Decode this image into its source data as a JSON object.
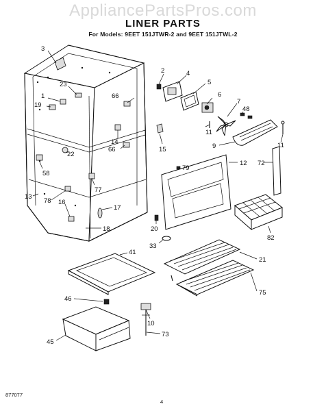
{
  "watermark": "AppliancePartsPros.com",
  "title": "LINER PARTS",
  "subtitle": "For Models: 9EET 151JTWR-2  and  9EET 151JTWL-2",
  "callouts": [
    {
      "id": "c3",
      "label": "3"
    },
    {
      "id": "c2",
      "label": "2"
    },
    {
      "id": "c4",
      "label": "4"
    },
    {
      "id": "c5",
      "label": "5"
    },
    {
      "id": "c23",
      "label": "23"
    },
    {
      "id": "c1",
      "label": "1"
    },
    {
      "id": "c66a",
      "label": "66"
    },
    {
      "id": "c6",
      "label": "6"
    },
    {
      "id": "c7",
      "label": "7"
    },
    {
      "id": "c48",
      "label": "48"
    },
    {
      "id": "c19",
      "label": "19"
    },
    {
      "id": "c11a",
      "label": "11"
    },
    {
      "id": "c11b",
      "label": "11"
    },
    {
      "id": "c14",
      "label": "14"
    },
    {
      "id": "c9",
      "label": "9"
    },
    {
      "id": "c66b",
      "label": "66"
    },
    {
      "id": "c15",
      "label": "15"
    },
    {
      "id": "c22",
      "label": "22"
    },
    {
      "id": "c12",
      "label": "12"
    },
    {
      "id": "c72",
      "label": "72"
    },
    {
      "id": "c79",
      "label": "79"
    },
    {
      "id": "c58",
      "label": "58"
    },
    {
      "id": "c77",
      "label": "77"
    },
    {
      "id": "c13",
      "label": "13"
    },
    {
      "id": "c78",
      "label": "78"
    },
    {
      "id": "c16",
      "label": "16"
    },
    {
      "id": "c17",
      "label": "17"
    },
    {
      "id": "c20",
      "label": "20"
    },
    {
      "id": "c82",
      "label": "82"
    },
    {
      "id": "c18",
      "label": "18"
    },
    {
      "id": "c33",
      "label": "33"
    },
    {
      "id": "c41",
      "label": "41"
    },
    {
      "id": "c21",
      "label": "21"
    },
    {
      "id": "c75",
      "label": "75"
    },
    {
      "id": "c46",
      "label": "46"
    },
    {
      "id": "c10",
      "label": "10"
    },
    {
      "id": "c45",
      "label": "45"
    },
    {
      "id": "c73",
      "label": "73"
    }
  ],
  "footer": {
    "code": "877077",
    "page": "4"
  }
}
